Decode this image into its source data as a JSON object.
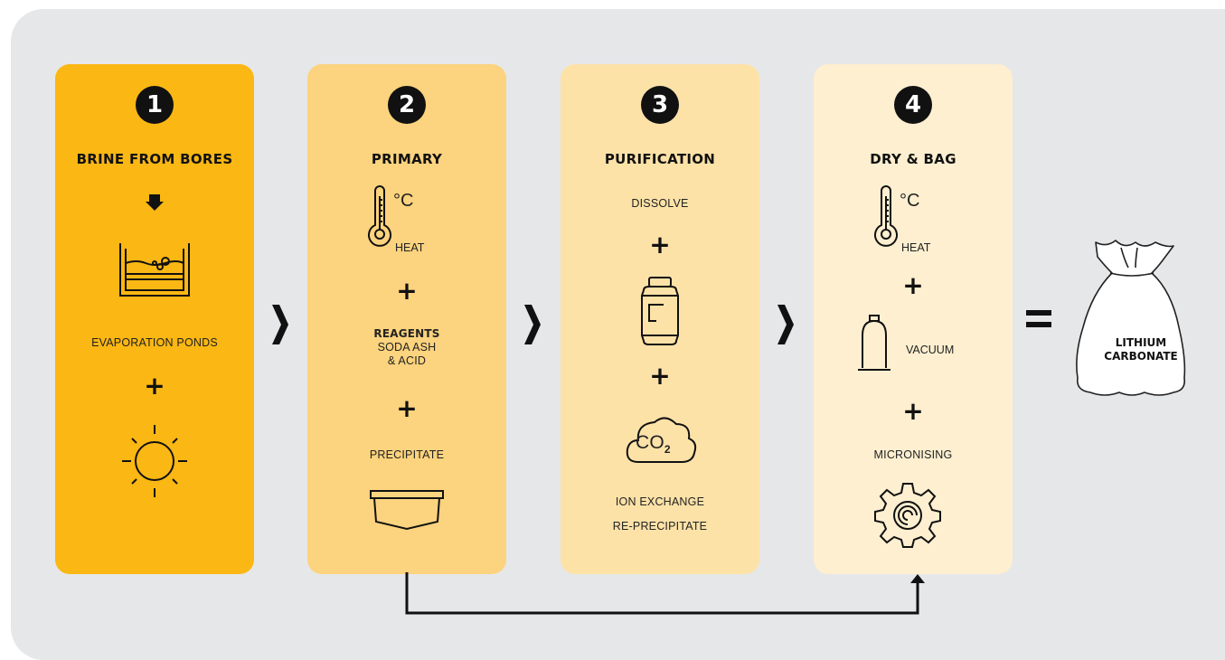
{
  "steps": [
    {
      "number": "1",
      "title": "BRINE FROM BORES",
      "evaporation": "EVAPORATION PONDS",
      "plus": "+"
    },
    {
      "number": "2",
      "title": "PRIMARY",
      "heat": "HEAT",
      "plus": "+",
      "reagents_title": "REAGENTS",
      "reagents_line1": "SODA ASH",
      "reagents_line2": "& ACID",
      "precipitate": "PRECIPITATE"
    },
    {
      "number": "3",
      "title": "PURIFICATION",
      "dissolve": "DISSOLVE",
      "plus": "+",
      "co2": "CO",
      "co2_sub": "2",
      "ion_exchange": "ION EXCHANGE",
      "re_precipitate": "RE-PRECIPITATE"
    },
    {
      "number": "4",
      "title": "DRY & BAG",
      "heat": "HEAT",
      "plus": "+",
      "vacuum": "VACUUM",
      "micronising": "MICRONISING"
    }
  ],
  "degree_c": "°C",
  "result": {
    "equals": "=",
    "line1": "LITHIUM",
    "line2": "CARBONATE"
  },
  "colors": {
    "step1": "#fbb713",
    "step2": "#fcd37e",
    "step3": "#fde2a8",
    "step4": "#fdefd0",
    "background": "#e6e7e8",
    "ink": "#111111"
  },
  "icons": [
    "down-arrow-icon",
    "evaporation-pond-icon",
    "sun-icon",
    "thermometer-icon",
    "precipitate-tray-icon",
    "gas-cylinder-icon",
    "co2-cloud-icon",
    "vacuum-bell-icon",
    "gear-icon",
    "bag-icon",
    "chevron-right-icon"
  ]
}
